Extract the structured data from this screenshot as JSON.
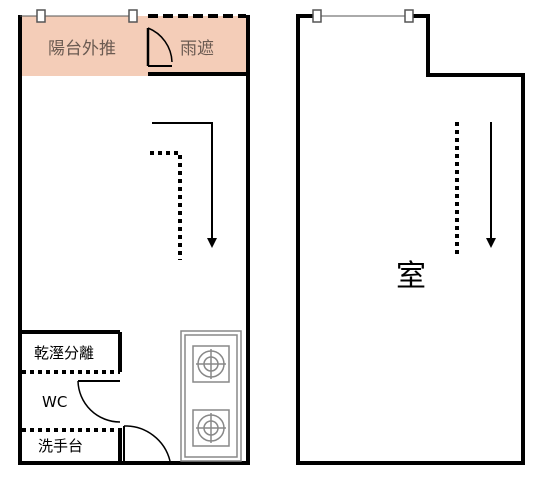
{
  "floorplan": {
    "left_unit": {
      "balcony_label": "陽台外推",
      "awning_label": "雨遮",
      "dry_wet_label": "乾溼分離",
      "wc_label": "WC",
      "sink_label": "洗手台"
    },
    "right_unit": {
      "room_label": "室"
    }
  },
  "colors": {
    "wall": "#000000",
    "balcony_fill": "#f4cdb8",
    "stove": "#888888",
    "window": "#555555"
  },
  "icons": [
    "window-icon",
    "stairs-arrow-icon",
    "door-swing-icon",
    "stove-burner-icon"
  ]
}
